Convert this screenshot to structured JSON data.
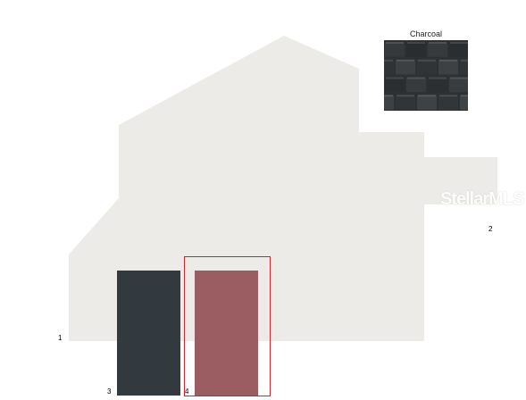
{
  "swatch": {
    "title": "Charcoal",
    "texture_icon": "roof-shingle-texture"
  },
  "watermark": {
    "text": "StellarMLS"
  },
  "markers": {
    "m1": "1",
    "m2": "2",
    "m3": "3",
    "m4": "4"
  },
  "colors": {
    "house_fill": "#ecebe7",
    "dark_block": "#323a3f",
    "rose_block": "#9b5c62",
    "selection_border": "#c8282e",
    "shingle_base": "#2e3133"
  }
}
